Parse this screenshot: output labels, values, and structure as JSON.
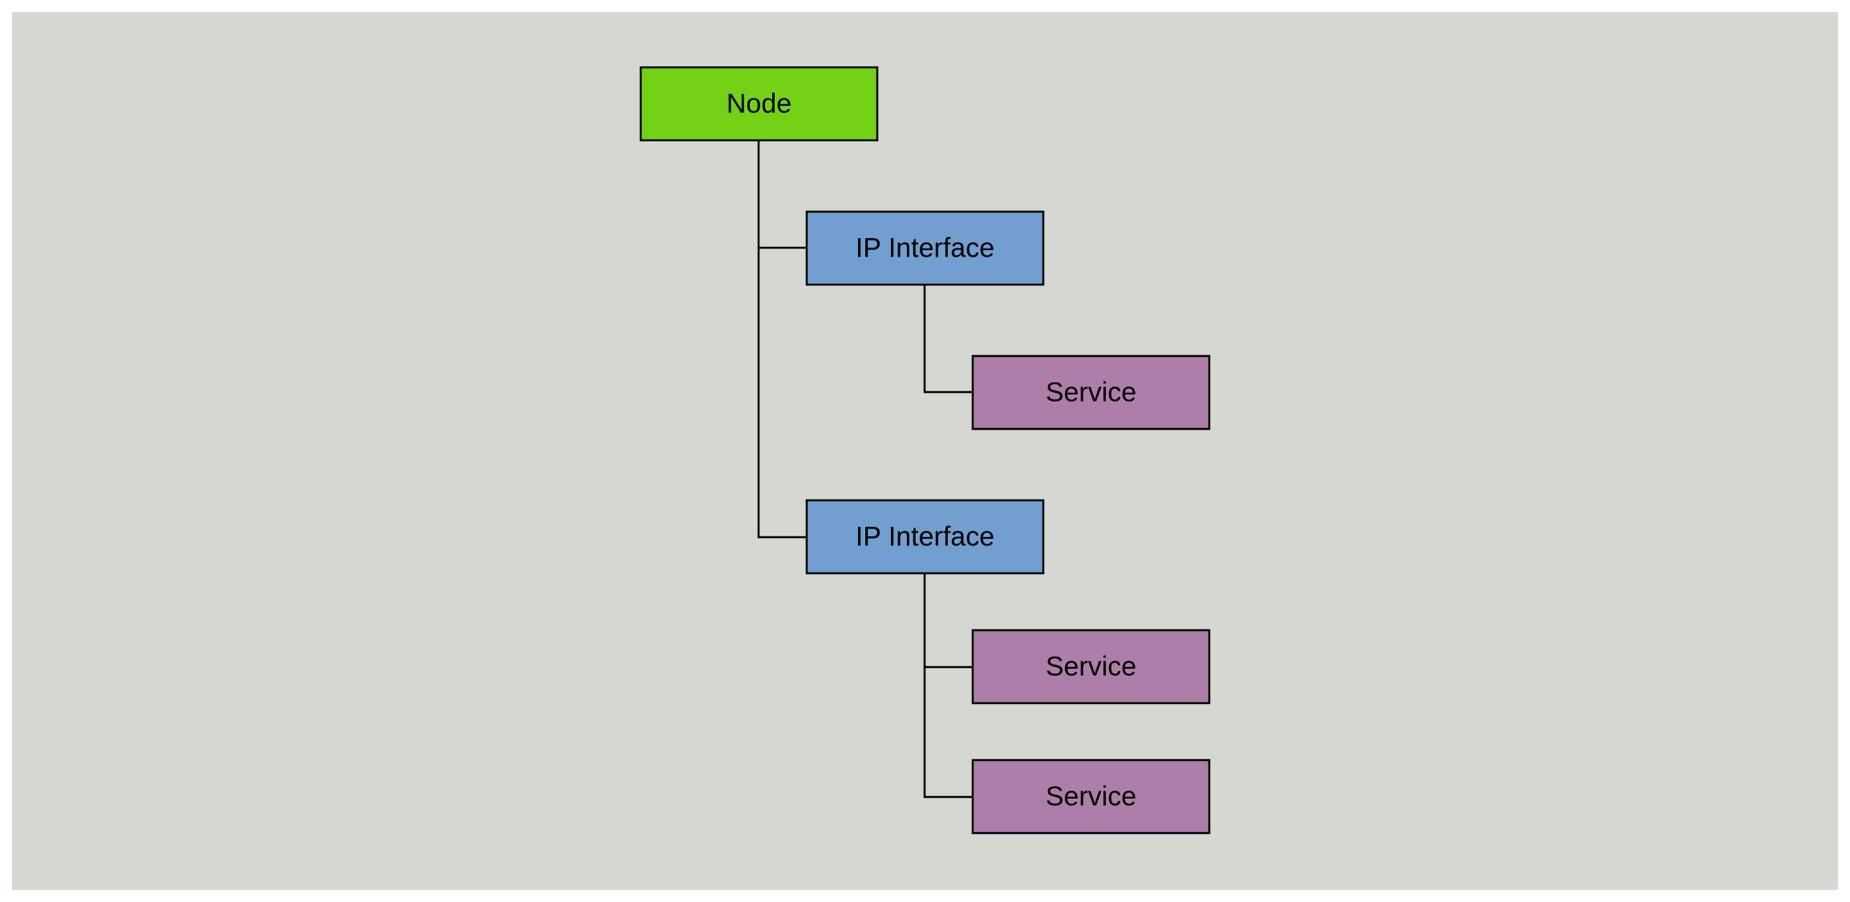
{
  "diagram": {
    "background_color": "#d5d8d1",
    "nodes": [
      {
        "id": "node",
        "label": "Node",
        "type": "node",
        "color": "#73d216"
      },
      {
        "id": "ip1",
        "label": "IP Interface",
        "type": "ip-interface",
        "color": "#729fcf"
      },
      {
        "id": "svc1",
        "label": "Service",
        "type": "service",
        "color": "#ad7fa8"
      },
      {
        "id": "ip2",
        "label": "IP Interface",
        "type": "ip-interface",
        "color": "#729fcf"
      },
      {
        "id": "svc2",
        "label": "Service",
        "type": "service",
        "color": "#ad7fa8"
      },
      {
        "id": "svc3",
        "label": "Service",
        "type": "service",
        "color": "#ad7fa8"
      }
    ],
    "edges": [
      {
        "from": "node",
        "to": "ip1"
      },
      {
        "from": "node",
        "to": "ip2"
      },
      {
        "from": "ip1",
        "to": "svc1"
      },
      {
        "from": "ip2",
        "to": "svc2"
      },
      {
        "from": "ip2",
        "to": "svc3"
      }
    ]
  }
}
